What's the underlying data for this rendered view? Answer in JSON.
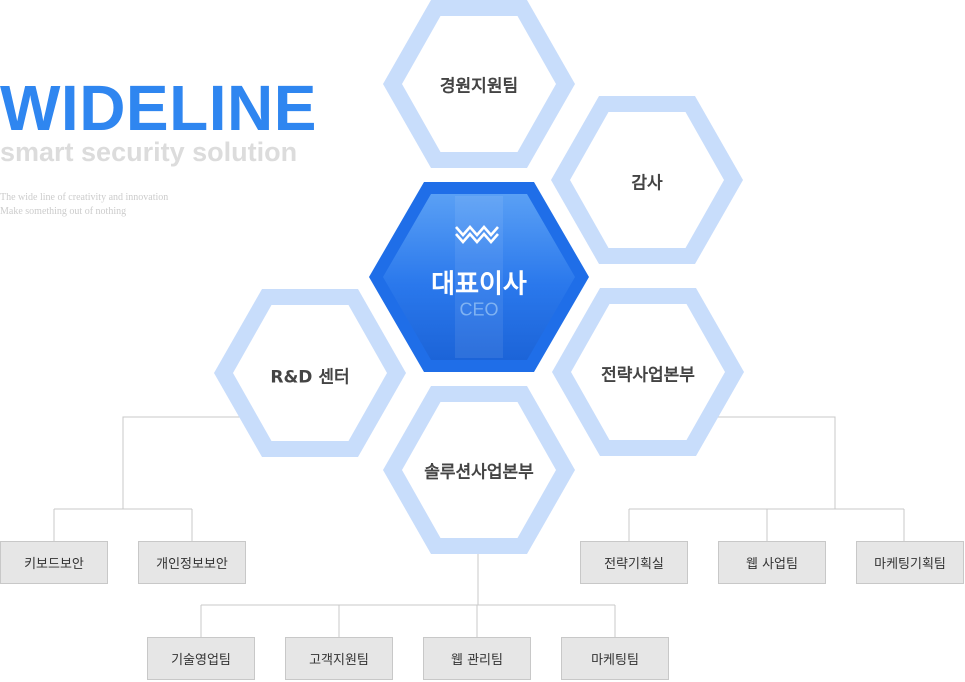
{
  "brand": {
    "title": "WIDELINE",
    "subtitle": "smart security solution",
    "tagline_1": "The wide line of creativity and innovation",
    "tagline_2": "Make something out of nothing"
  },
  "ceo": {
    "label": "대표이사",
    "sub": "CEO"
  },
  "departments": {
    "management_support": "경원지원팀",
    "audit": "감사",
    "rnd": "R&D 센터",
    "strategy": "전략사업본부",
    "solution": "솔루션사업본부"
  },
  "teams": {
    "rnd": [
      "키보드보안",
      "개인정보보안"
    ],
    "strategy": [
      "전략기획실",
      "웹 사업팀",
      "마케팅기획팀"
    ],
    "solution": [
      "기술영업팀",
      "고객지원팀",
      "웹 관리팀",
      "마케팅팀"
    ]
  },
  "colors": {
    "brand_blue": "#2f86f0",
    "hex_outer": "#c8ddfb",
    "hex_inner": "#ffffff",
    "ceo_blue": "#1f6ee8",
    "connector": "#c8c8c8",
    "team_box": "#e6e6e6"
  },
  "icons": {
    "ceo_logo": "wideline-logo-icon"
  }
}
